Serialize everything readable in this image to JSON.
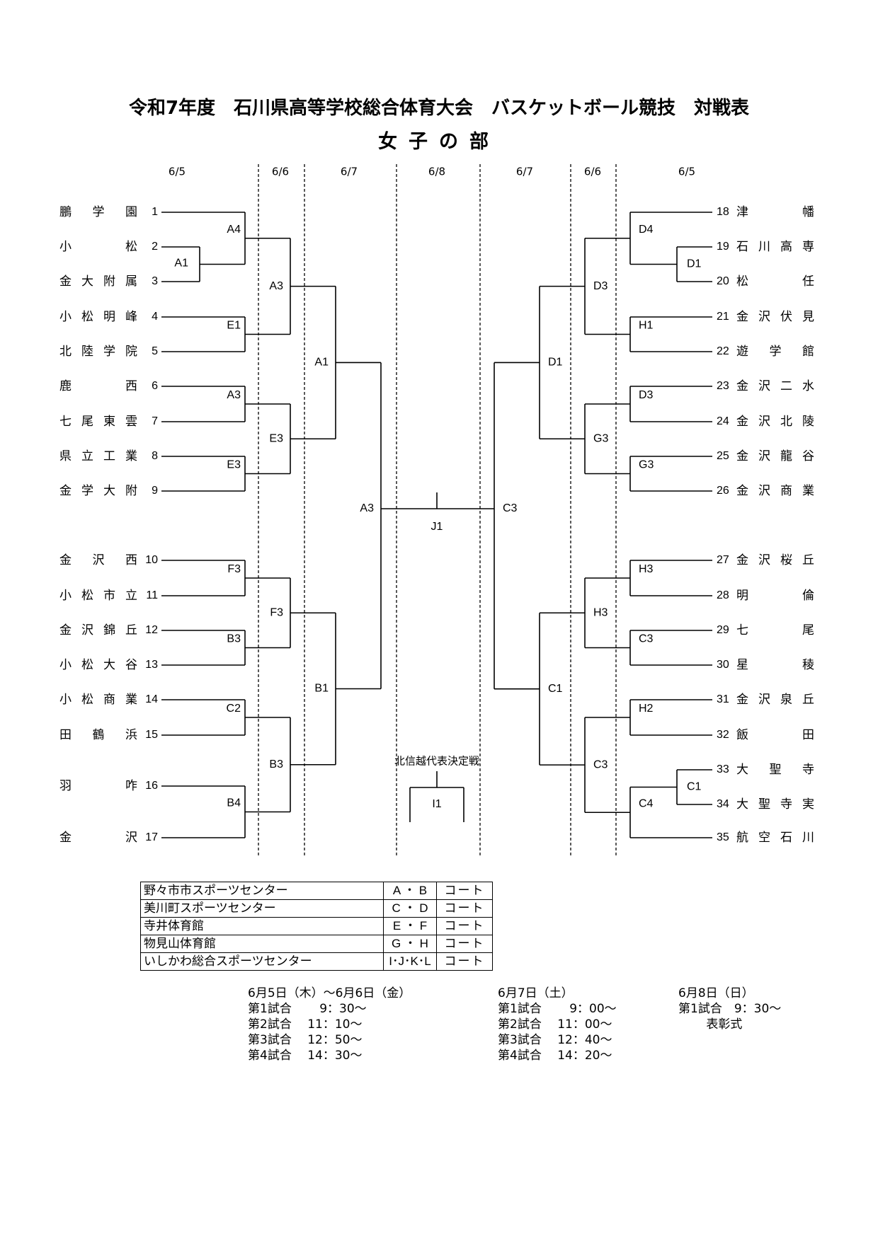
{
  "title": "令和7年度　石川県高等学校総合体育大会　バスケットボール競技　対戦表",
  "subtitle": "女子の部",
  "dates": [
    "6/5",
    "6/6",
    "6/7",
    "6/8",
    "6/7",
    "6/6",
    "6/5"
  ],
  "left_teams": [
    {
      "name": "鵬学園",
      "num": "1"
    },
    {
      "name": "小松",
      "num": "2"
    },
    {
      "name": "金大附属",
      "num": "3"
    },
    {
      "name": "小松明峰",
      "num": "4"
    },
    {
      "name": "北陸学院",
      "num": "5"
    },
    {
      "name": "鹿西",
      "num": "6"
    },
    {
      "name": "七尾東雲",
      "num": "7"
    },
    {
      "name": "県立工業",
      "num": "8"
    },
    {
      "name": "金学大附",
      "num": "9"
    },
    {
      "name": "金沢西",
      "num": "10"
    },
    {
      "name": "小松市立",
      "num": "11"
    },
    {
      "name": "金沢錦丘",
      "num": "12"
    },
    {
      "name": "小松大谷",
      "num": "13"
    },
    {
      "name": "小松商業",
      "num": "14"
    },
    {
      "name": "田鶴浜",
      "num": "15"
    },
    {
      "name": "羽咋",
      "num": "16"
    },
    {
      "name": "金沢",
      "num": "17"
    }
  ],
  "right_teams": [
    {
      "name": "津幡",
      "num": "18"
    },
    {
      "name": "石川高専",
      "num": "19"
    },
    {
      "name": "松任",
      "num": "20"
    },
    {
      "name": "金沢伏見",
      "num": "21"
    },
    {
      "name": "遊学館",
      "num": "22"
    },
    {
      "name": "金沢二水",
      "num": "23"
    },
    {
      "name": "金沢北陵",
      "num": "24"
    },
    {
      "name": "金沢龍谷",
      "num": "25"
    },
    {
      "name": "金沢商業",
      "num": "26"
    },
    {
      "name": "金沢桜丘",
      "num": "27"
    },
    {
      "name": "明倫",
      "num": "28"
    },
    {
      "name": "七尾",
      "num": "29"
    },
    {
      "name": "星稜",
      "num": "30"
    },
    {
      "name": "金沢泉丘",
      "num": "31"
    },
    {
      "name": "飯田",
      "num": "32"
    },
    {
      "name": "大聖寺",
      "num": "33"
    },
    {
      "name": "大聖寺実",
      "num": "34"
    },
    {
      "name": "航空石川",
      "num": "35"
    }
  ],
  "match_labels": {
    "l_r0": "A1",
    "l_r1": [
      "A4",
      "E1",
      "A3",
      "E3",
      "F3",
      "B3",
      "C2",
      "B4"
    ],
    "l_r2": [
      "A3",
      "E3",
      "F3",
      "B3"
    ],
    "l_r3": [
      "A1",
      "B1"
    ],
    "l_r4": "A3",
    "final": "J1",
    "r_r4": "C3",
    "r_r3": [
      "D1",
      "C1"
    ],
    "r_r2": [
      "D3",
      "G3",
      "H3",
      "C3"
    ],
    "r_r1": [
      "D4",
      "H1",
      "D3",
      "G3",
      "H3",
      "C3",
      "H2",
      "C4"
    ],
    "r_r0": [
      "D1",
      "C1"
    ]
  },
  "hokushinetsu": {
    "label": "北信越代表決定戦",
    "court": "I1"
  },
  "venues": [
    {
      "venue": "野々市市スポーツセンター",
      "courts": "A ・ B",
      "unit": "コート"
    },
    {
      "venue": "美川町スポーツセンター",
      "courts": "C ・ D",
      "unit": "コート"
    },
    {
      "venue": "寺井体育館",
      "courts": "E ・ F",
      "unit": "コート"
    },
    {
      "venue": "物見山体育館",
      "courts": "G ・ H",
      "unit": "コート"
    },
    {
      "venue": "いしかわ総合スポーツセンター",
      "courts": "I･J･K･L",
      "unit": "コート"
    }
  ],
  "schedule": [
    {
      "day": "6月5日（木）～6月6日（金）",
      "rows": [
        "第1試合　　 9：30～",
        "第2試合　 11：10～",
        "第3試合　 12：50～",
        "第4試合　 14：30～"
      ]
    },
    {
      "day": "6月7日（土）",
      "rows": [
        "第1試合　　 9：00～",
        "第2試合　 11：00～",
        "第3試合　 12：40～",
        "第4試合　 14：20～"
      ]
    },
    {
      "day": "6月8日（日）",
      "rows": [
        "第1試合　9：30～",
        "　　 表彰式"
      ]
    }
  ]
}
